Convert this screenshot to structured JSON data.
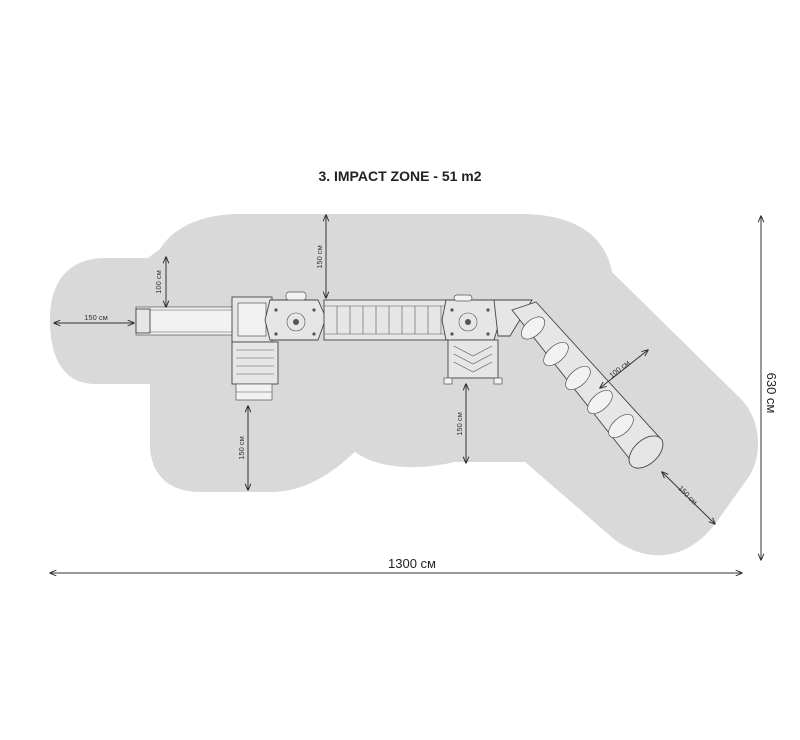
{
  "title": "3. IMPACT ZONE - 51 m2",
  "colors": {
    "impact_zone": "#d9d9d9",
    "equipment_fill": "#e6e6e6",
    "line": "#333333"
  },
  "dimensions": {
    "overall_width": "1300 см",
    "overall_height": "630 см",
    "left_slide_depth": "150 см",
    "left_slide_side": "100 см",
    "top_bridge": "150 см",
    "left_steps": "150 см",
    "right_stairs": "150 см",
    "tube_side": "100 см",
    "tube_end": "150 см"
  }
}
